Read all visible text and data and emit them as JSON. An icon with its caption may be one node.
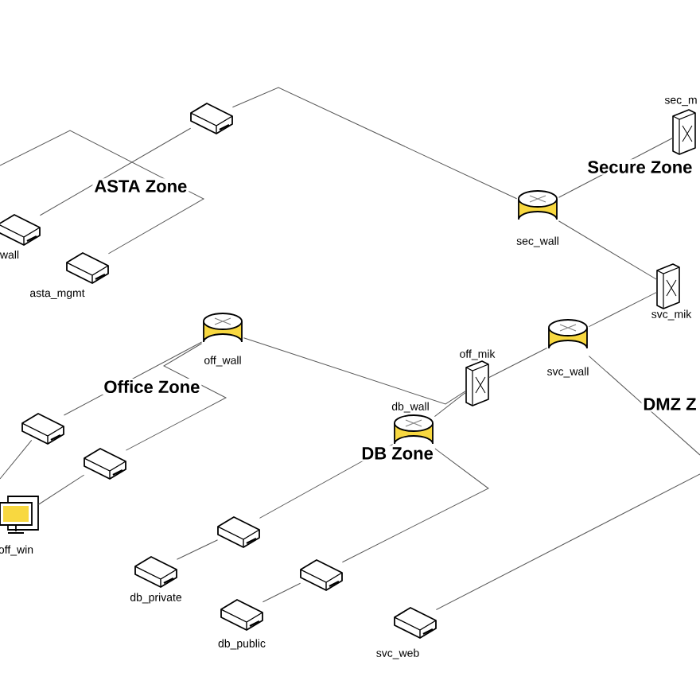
{
  "diagram": {
    "nodes": [
      {
        "text": [],
        "shape": "picture"
      },
      {
        "text": [
          "sec_m"
        ]
      },
      {
        "text": [
          "sec_wall"
        ]
      },
      {
        "text": [
          "wall"
        ]
      },
      {
        "text": [
          "asta_mgmt"
        ]
      },
      {
        "text": [
          "svc_mik"
        ]
      },
      {
        "text": [
          "off_wall"
        ]
      },
      {
        "text": [
          "svc_wall"
        ]
      },
      {
        "text": [
          "off_mik"
        ]
      },
      {
        "text": [
          "db_wall"
        ]
      },
      {
        "text": [],
        "shape": "picture"
      },
      {
        "text": [],
        "shape": "picture"
      },
      {
        "text": [
          "off_win"
        ]
      },
      {
        "text": [],
        "shape": "picture"
      },
      {
        "text": [
          "db_private"
        ]
      },
      {
        "text": [],
        "shape": "picture"
      },
      {
        "text": [
          "db_public"
        ]
      },
      {
        "text": [
          "svc_web"
        ]
      }
    ],
    "edges": [
      {
        "from": 0,
        "to": 3,
        "arrow": "none"
      },
      {
        "from": 0,
        "to": 2,
        "arrow": "none"
      },
      {
        "from": null,
        "to": 4,
        "arrow": "none"
      },
      {
        "from": 2,
        "to": 1,
        "arrow": "none"
      },
      {
        "from": 2,
        "to": 5,
        "arrow": "none"
      },
      {
        "from": 5,
        "to": 7,
        "arrow": "none"
      },
      {
        "from": 7,
        "to": 8,
        "arrow": "none"
      },
      {
        "from": 8,
        "to": 9,
        "arrow": "none"
      },
      {
        "from": 6,
        "to": 8,
        "arrow": "none"
      },
      {
        "from": 6,
        "to": 10,
        "arrow": "none"
      },
      {
        "from": 6,
        "to": 11,
        "arrow": "none"
      },
      {
        "from": 10,
        "to": null,
        "arrow": "none"
      },
      {
        "from": 11,
        "to": 12,
        "arrow": "none"
      },
      {
        "from": 9,
        "to": 13,
        "arrow": "none"
      },
      {
        "from": 13,
        "to": 14,
        "arrow": "none"
      },
      {
        "from": 9,
        "to": 15,
        "arrow": "none"
      },
      {
        "from": 15,
        "to": 16,
        "arrow": "none"
      },
      {
        "from": 7,
        "to": null,
        "arrow": "none"
      },
      {
        "from": 17,
        "to": null,
        "arrow": "none"
      }
    ],
    "labels": [
      "Secure Zone",
      "ASTA Zone",
      "Office Zone",
      "DMZ Z",
      "DB Zone"
    ]
  }
}
